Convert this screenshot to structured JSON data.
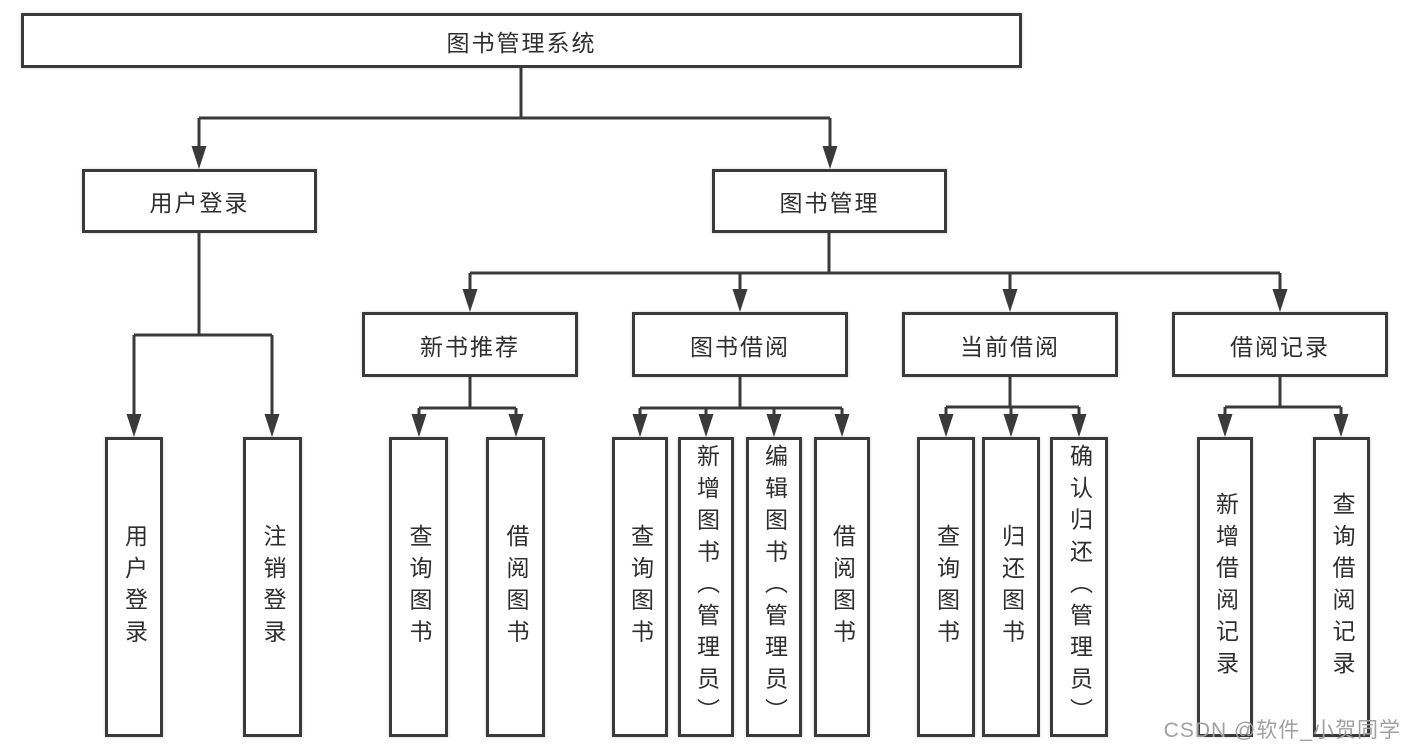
{
  "diagram": {
    "root": {
      "label": "图书管理系统"
    },
    "level2": {
      "user_login": {
        "label": "用户登录"
      },
      "book_management": {
        "label": "图书管理"
      }
    },
    "level3": {
      "new_book_recommend": {
        "label": "新书推荐"
      },
      "book_borrowing": {
        "label": "图书借阅"
      },
      "current_borrowing": {
        "label": "当前借阅"
      },
      "borrowing_records": {
        "label": "借阅记录"
      }
    },
    "level4": {
      "user_login": {
        "label": "用户登录"
      },
      "logout": {
        "label": "注销登录"
      },
      "recommend_query_books": {
        "label": "查询图书"
      },
      "recommend_borrow_books": {
        "label": "借阅图书"
      },
      "borrow_query_books": {
        "label": "查询图书"
      },
      "borrow_add_books": {
        "label": "新增图书（管理员）"
      },
      "borrow_edit_books": {
        "label": "编辑图书（管理员）"
      },
      "borrow_borrow_books": {
        "label": "借阅图书"
      },
      "current_query_books": {
        "label": "查询图书"
      },
      "current_return_books": {
        "label": "归还图书"
      },
      "current_confirm_return": {
        "label": "确认归还（管理员）"
      },
      "records_add_record": {
        "label": "新增借阅记录"
      },
      "records_query_record": {
        "label": "查询借阅记录"
      }
    }
  },
  "watermark": {
    "text": "CSDN @软件_小贺同学"
  },
  "colors": {
    "line": "#3a3a3a",
    "text": "#2e2e2e",
    "watermark": "#a0a0a0",
    "background": "#ffffff"
  }
}
